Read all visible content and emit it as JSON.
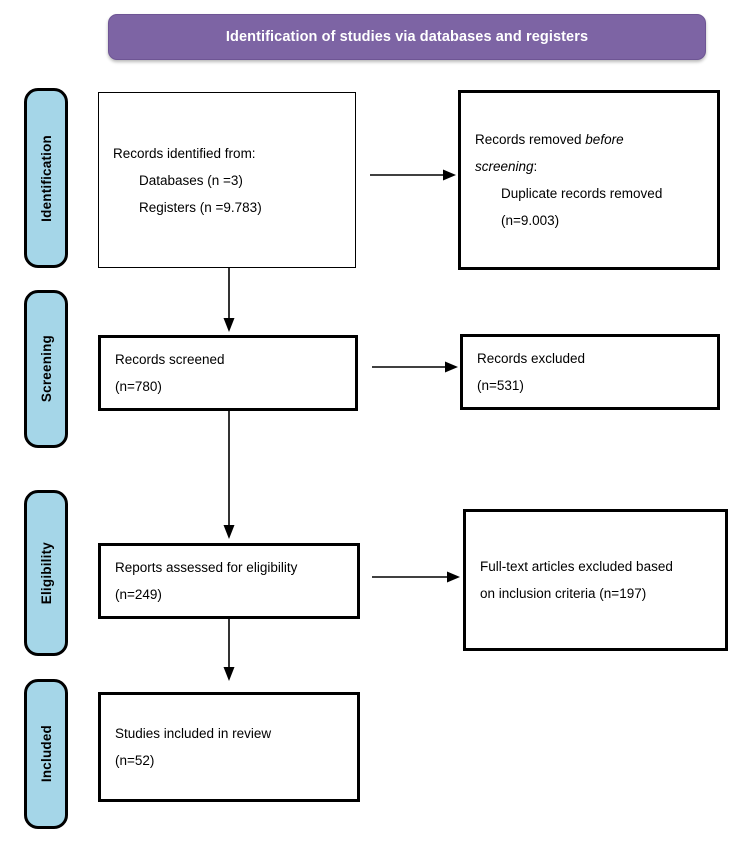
{
  "diagram": {
    "type": "prisma-flow-diagram",
    "title": "Identification of studies via databases and registers",
    "colors": {
      "banner_background": "#7d64a4",
      "banner_text": "#ffffff",
      "phase_background": "#a5d6e8",
      "box_border": "#000000",
      "box_background": "#ffffff",
      "page_background": "#ffffff"
    }
  },
  "header": {
    "title": "Identification of studies via databases and registers"
  },
  "phases": [
    {
      "id": "identification",
      "label": "Identification"
    },
    {
      "id": "screening",
      "label": "Screening"
    },
    {
      "id": "eligibility",
      "label": "Eligibility"
    },
    {
      "id": "included",
      "label": "Included"
    }
  ],
  "boxes": {
    "identified": {
      "name": "records-identified",
      "lines": [
        "Records identified from:",
        "Databases (n =3)",
        "Registers (n =9.783)"
      ]
    },
    "removed": {
      "name": "records-removed-before-screening",
      "line1_prefix": "Records removed ",
      "line1_italic": "before",
      "line2_italic": "screening",
      "line2_suffix": ":",
      "line3": "Duplicate records removed",
      "line4": "(n=9.003)"
    },
    "screened": {
      "name": "records-screened",
      "lines": [
        "Records screened",
        "(n=780)"
      ]
    },
    "excluded": {
      "name": "records-excluded",
      "lines": [
        "Records excluded",
        "(n=531)"
      ]
    },
    "assessed": {
      "name": "reports-assessed-for-eligibility",
      "lines": [
        "Reports assessed for eligibility",
        "(n=249)"
      ]
    },
    "fulltext": {
      "name": "full-text-articles-excluded",
      "lines": [
        "Full-text articles excluded based",
        "on inclusion criteria (n=197)"
      ]
    },
    "included": {
      "name": "studies-included-in-review",
      "lines": [
        "Studies included in review",
        "(n=52)"
      ]
    }
  },
  "chart_data": {
    "type": "diagram",
    "title": "Identification of studies via databases and registers",
    "nodes": [
      {
        "id": "identified",
        "phase": "Identification",
        "text": "Records identified from: Databases (n =3); Registers (n =9.783)",
        "values": {
          "databases": 3,
          "registers": 9783
        }
      },
      {
        "id": "removed",
        "phase": "Identification",
        "text": "Records removed before screening: Duplicate records removed (n=9.003)",
        "values": {
          "duplicates_removed": 9003
        }
      },
      {
        "id": "screened",
        "phase": "Screening",
        "text": "Records screened (n=780)",
        "values": {
          "n": 780
        }
      },
      {
        "id": "excluded",
        "phase": "Screening",
        "text": "Records excluded (n=531)",
        "values": {
          "n": 531
        }
      },
      {
        "id": "assessed",
        "phase": "Eligibility",
        "text": "Reports assessed for eligibility (n=249)",
        "values": {
          "n": 249
        }
      },
      {
        "id": "fulltext",
        "phase": "Eligibility",
        "text": "Full-text articles excluded based on inclusion criteria (n=197)",
        "values": {
          "n": 197
        }
      },
      {
        "id": "included",
        "phase": "Included",
        "text": "Studies included in review (n=52)",
        "values": {
          "n": 52
        }
      }
    ],
    "edges": [
      {
        "from": "identified",
        "to": "removed",
        "direction": "right"
      },
      {
        "from": "identified",
        "to": "screened",
        "direction": "down"
      },
      {
        "from": "screened",
        "to": "excluded",
        "direction": "right"
      },
      {
        "from": "screened",
        "to": "assessed",
        "direction": "down"
      },
      {
        "from": "assessed",
        "to": "fulltext",
        "direction": "right"
      },
      {
        "from": "assessed",
        "to": "included",
        "direction": "down"
      }
    ]
  }
}
